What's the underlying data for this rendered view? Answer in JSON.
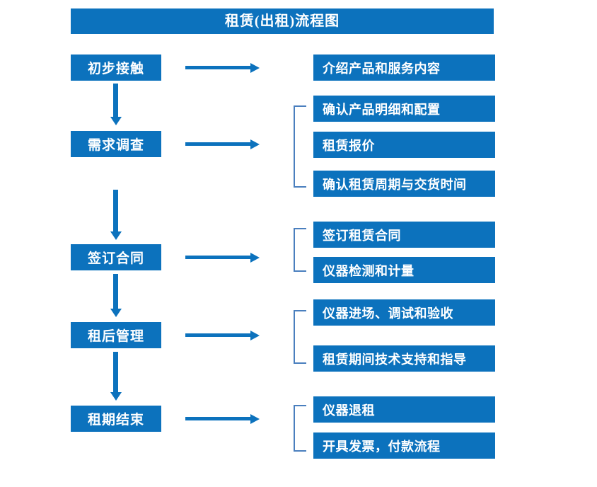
{
  "diagram": {
    "title": "租赁(出租)流程图",
    "colors": {
      "box_fill": "#0c72bd",
      "box_text": "#ffffff",
      "arrow": "#0c72bd",
      "bracket": "#4a7fbe",
      "background": "#ffffff"
    },
    "stages": [
      {
        "label": "初步接触"
      },
      {
        "label": "需求调查"
      },
      {
        "label": "签订合同"
      },
      {
        "label": "租后管理"
      },
      {
        "label": "租期结束"
      }
    ],
    "tasks": [
      {
        "label": "介绍产品和服务内容"
      },
      {
        "label": "确认产品明细和配置"
      },
      {
        "label": "租赁报价"
      },
      {
        "label": "确认租赁周期与交货时间"
      },
      {
        "label": "签订租赁合同"
      },
      {
        "label": "仪器检测和计量"
      },
      {
        "label": "仪器进场、调试和验收"
      },
      {
        "label": "租赁期间技术支持和指导"
      },
      {
        "label": "仪器退租"
      },
      {
        "label": "开具发票，付款流程"
      }
    ]
  }
}
